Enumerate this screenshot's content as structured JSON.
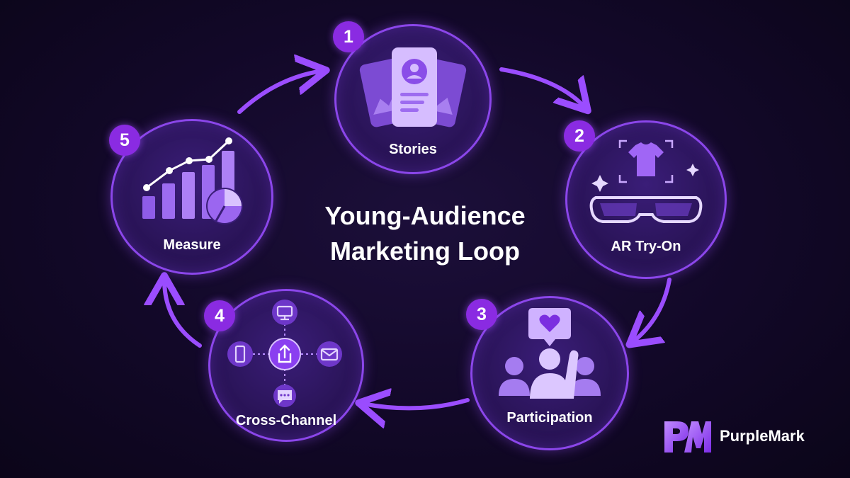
{
  "diagram": {
    "title_line1": "Young-Audience",
    "title_line2": "Marketing Loop",
    "steps": [
      {
        "number": "1",
        "label": "Stories",
        "icon": "story-cards-icon"
      },
      {
        "number": "2",
        "label": "AR Try-On",
        "icon": "ar-glasses-tshirt-icon"
      },
      {
        "number": "3",
        "label": "Participation",
        "icon": "audience-heart-icon"
      },
      {
        "number": "4",
        "label": "Cross-Channel",
        "icon": "share-hub-icon"
      },
      {
        "number": "5",
        "label": "Measure",
        "icon": "bar-chart-pie-icon"
      }
    ],
    "flow": "clockwise"
  },
  "brand": {
    "name": "PurpleMark",
    "logo": "pm-monogram-logo"
  },
  "colors": {
    "background": "#120828",
    "accent": "#8a2be2",
    "node_border": "#8b46ea",
    "icon_light": "#c9a8ff",
    "icon_mid": "#9d6cf0"
  }
}
